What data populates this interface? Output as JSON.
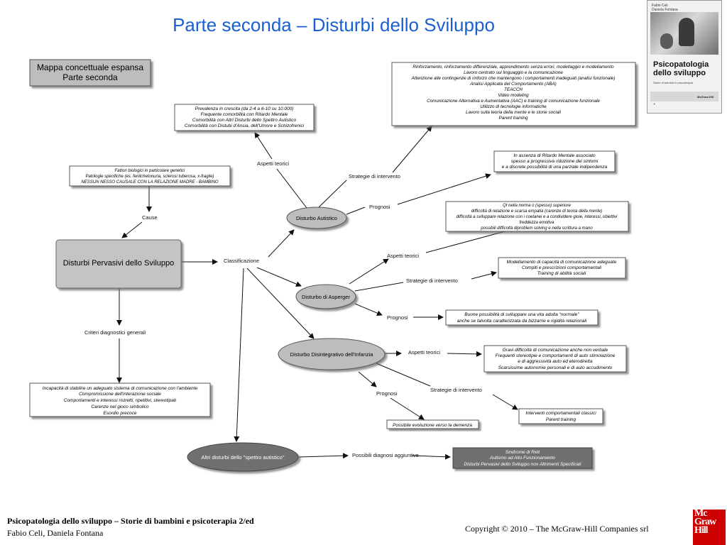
{
  "title": "Parte seconda – Disturbi dello Sviluppo",
  "cover": {
    "authors": "Fabio Celi\nDaniela Fontana",
    "book_title": "Psicopatologia dello sviluppo",
    "subtitle": "Storie di bambini e psicoterapia",
    "publisher": "McGraw-Hill",
    "logo": "mcgraw-hill-logo"
  },
  "map": {
    "header_box": [
      "Mappa concettuale espansa",
      "Parte seconda"
    ],
    "pervasive_box": "Disturbi Pervasivi dello Sviluppo",
    "causes_box": [
      "Fattori biologici in particolare genetici",
      "Patologie specifiche (es. fenilchetonuria, sclerosi tuberosa, x-fragile)",
      "NESSUN NESSO CAUSALE CON LA RELAZIONE MADRE - BAMBINO"
    ],
    "criteria_box": [
      "Incapacità di stabilire un adeguato sistema di comunicazione con l'ambiente",
      "Compromissione dell'interazione sociale",
      "Comportamenti e interessi ristretti, ripetitivi, stereotipati",
      "Carenze nel gioco simbolico",
      "Esordio precoce"
    ],
    "prevalence_box": [
      "Prevalenza in crescita (da 2-4 a 6-10 su 10.000)",
      "Frequente comorbilità con Ritardo Mentale",
      "Comorbilità con Altri Disturbi dello Spettro Autistico",
      "Comorbilità con Distubi d'Ansia, dell'Umore e Schizofrenici"
    ],
    "interventions_box": [
      "Rinforzamento, rinforzamento differenziale, apprendimento senza errori, modellaggio e modellamento",
      "Lavoro centrato sul linguaggio e la comunicazione",
      "Attenzione alle contingenze di rinforzo che mantengono i comportamenti inadeguati (analisi funzionale)",
      "Analisi Applicata del Comportamento (ABA)",
      "TEACCH",
      "Video modeling",
      "Comunicazione Alternativa e Aumentativa (AAC) e  training di comunicazione funzionale",
      "Utilizzo di tecnologie informatiche",
      "Lavoro sulla teoria della mente e le storie sociali",
      "Parent training"
    ],
    "autism_prognosis_box": [
      "In assenza di Ritardo Mentale associato",
      "spesso a progressiva riduzione dei sintomi",
      "e a discrete possibilità di una parziale indipendenza"
    ],
    "asperger_theory_box": [
      "QI nella norma o (spesso) superiore",
      "difficoltà di relazione e scarsa empatia (carenze di teoria della mente)",
      "difficoltà a sviluppare relazione con i coetanei e a condividere gioie, interessi, obiettivi",
      "freddezza emotiva",
      "possibili difficoltà diproblem solving e nella scrittura a mano"
    ],
    "asperger_interventions_box": [
      "Modellamento di capacità di comunicazione adeguate",
      "Compiti e prescrizioni comportamentali",
      "Training di abilità sociali"
    ],
    "asperger_prognosis_box": [
      "Buone possibilità di sviluppare una vita adulta \"normale\"",
      "anche se talvolta caratterizzata da bizzarrie e rigidità relazionali"
    ],
    "cdd_theory_box": [
      "Gravi difficoltà di comunicazione anche non verbale",
      "Frequenti stereotipie e comportamenti di auto stimolazione",
      "e di aggressività auto ed eterodiretta",
      "Scarsissime autonomie personali e di auto accudimento"
    ],
    "cdd_interventions_box": [
      "Interventi comportamentali classici",
      "Parent training"
    ],
    "cdd_prognosis_box": [
      "Possibile evoluzione verso la demenza"
    ],
    "other_diagnoses_box": [
      "Sindrome di Rett",
      "Autismo ad Alto Funzionamento",
      "Disturbi Pervasivi dello Sviluppo non Altrimenti Specificati"
    ],
    "nodes": {
      "autism": "Disturbo Autistico",
      "asperger": "Disturbo di Asperger",
      "cdd": "Disturbo Disintegrativo dell'Infanzia",
      "other": "Altri disturbi dello \"spettro autistico\""
    },
    "labels": {
      "cause": "Cause",
      "classification": "Classificazione",
      "criteria": "Criteri diagnostici generali",
      "theory1": "Aspetti teorici",
      "strategies1": "Strategie di intervento",
      "prognosis1": "Prognosi",
      "theory2": "Aspetti teorici",
      "strategies2": "Strategie di intervento",
      "prognosis2": "Prognosi",
      "theory3": "Aspetti teorici",
      "strategies3": "Strategie di intervento",
      "prognosis3": "Prognosi",
      "possible": "Possibili diagnosi aggiuntive"
    }
  },
  "footer": {
    "book": "Psicopatologia dello sviluppo – Storie di bambini e psicoterapia 2/ed",
    "authors": "Fabio Celi, Daniela Fontana",
    "copyright": "Copyright © 2010 – The McGraw-Hill Companies srl",
    "logo_lines": [
      "Mc",
      "Graw",
      "Hill"
    ]
  }
}
